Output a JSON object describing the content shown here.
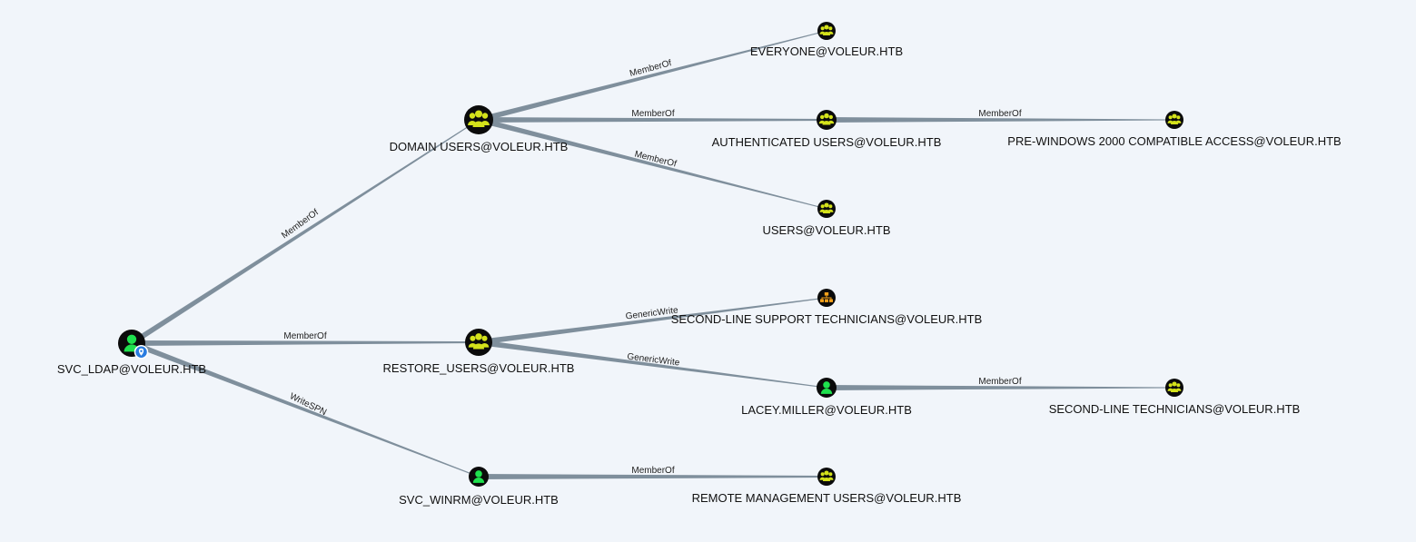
{
  "graph": {
    "colors": {
      "background": "#f1f5fa",
      "edge": "#7f8f9c",
      "node_background": "#0b0b0b",
      "group_icon": "#d4e21b",
      "user_icon": "#1fe14e",
      "ou_icon": "#f3a019",
      "owned_marker": "#2a7de1"
    },
    "nodes": [
      {
        "id": "svc_ldap",
        "label": "SVC_LDAP@VOLEUR.HTB",
        "kind": "user",
        "icon": "user-icon",
        "owned": true
      },
      {
        "id": "domain_users",
        "label": "DOMAIN USERS@VOLEUR.HTB",
        "kind": "group",
        "icon": "group-icon"
      },
      {
        "id": "restore_users",
        "label": "RESTORE_USERS@VOLEUR.HTB",
        "kind": "group",
        "icon": "group-icon"
      },
      {
        "id": "svc_winrm",
        "label": "SVC_WINRM@VOLEUR.HTB",
        "kind": "user",
        "icon": "user-icon"
      },
      {
        "id": "everyone",
        "label": "EVERYONE@VOLEUR.HTB",
        "kind": "group",
        "icon": "group-icon"
      },
      {
        "id": "authenticated_users",
        "label": "AUTHENTICATED USERS@VOLEUR.HTB",
        "kind": "group",
        "icon": "group-icon"
      },
      {
        "id": "users",
        "label": "USERS@VOLEUR.HTB",
        "kind": "group",
        "icon": "group-icon"
      },
      {
        "id": "pre_windows_2000",
        "label": "PRE-WINDOWS 2000 COMPATIBLE ACCESS@VOLEUR.HTB",
        "kind": "group",
        "icon": "group-icon"
      },
      {
        "id": "second_line_support",
        "label": "SECOND-LINE SUPPORT TECHNICIANS@VOLEUR.HTB",
        "kind": "ou",
        "icon": "ou-icon"
      },
      {
        "id": "lacey_miller",
        "label": "LACEY.MILLER@VOLEUR.HTB",
        "kind": "user",
        "icon": "user-icon"
      },
      {
        "id": "second_line_technicians",
        "label": "SECOND-LINE TECHNICIANS@VOLEUR.HTB",
        "kind": "group",
        "icon": "group-icon"
      },
      {
        "id": "remote_management_users",
        "label": "REMOTE MANAGEMENT USERS@VOLEUR.HTB",
        "kind": "group",
        "icon": "group-icon"
      }
    ],
    "edges": [
      {
        "source": "svc_ldap",
        "target": "domain_users",
        "label": "MemberOf"
      },
      {
        "source": "svc_ldap",
        "target": "restore_users",
        "label": "MemberOf"
      },
      {
        "source": "svc_ldap",
        "target": "svc_winrm",
        "label": "WriteSPN"
      },
      {
        "source": "domain_users",
        "target": "everyone",
        "label": "MemberOf"
      },
      {
        "source": "domain_users",
        "target": "authenticated_users",
        "label": "MemberOf"
      },
      {
        "source": "domain_users",
        "target": "users",
        "label": "MemberOf"
      },
      {
        "source": "authenticated_users",
        "target": "pre_windows_2000",
        "label": "MemberOf"
      },
      {
        "source": "restore_users",
        "target": "second_line_support",
        "label": "GenericWrite"
      },
      {
        "source": "restore_users",
        "target": "lacey_miller",
        "label": "GenericWrite"
      },
      {
        "source": "lacey_miller",
        "target": "second_line_technicians",
        "label": "MemberOf"
      },
      {
        "source": "svc_winrm",
        "target": "remote_management_users",
        "label": "MemberOf"
      }
    ]
  }
}
